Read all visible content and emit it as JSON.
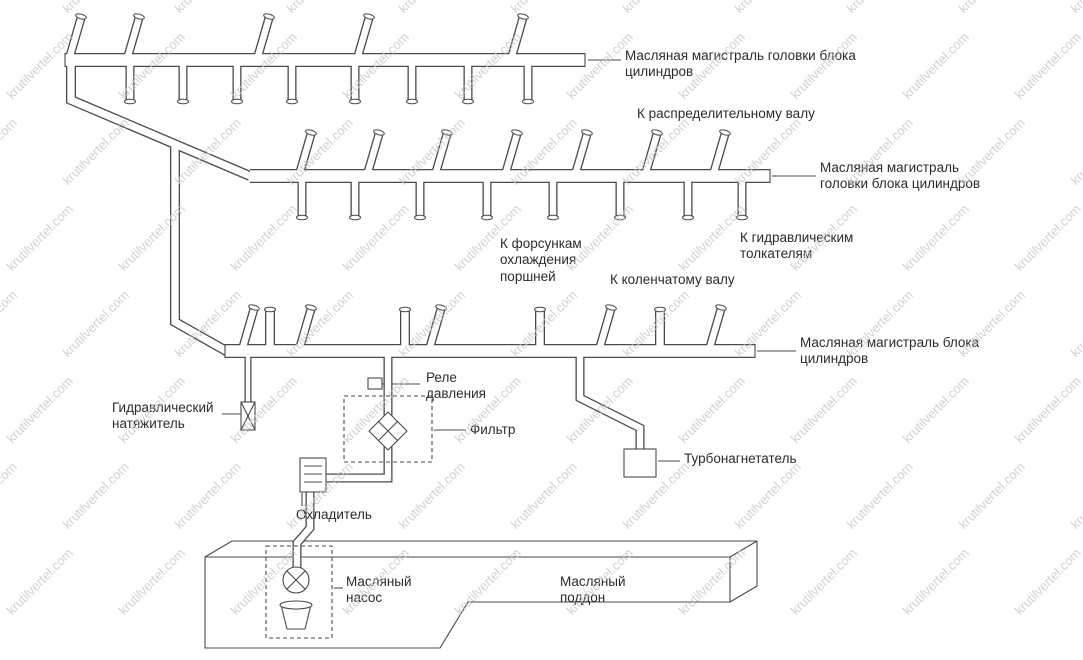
{
  "watermark": {
    "text": "krutilvertel.com"
  },
  "colors": {
    "line": "#4a4a4a",
    "label": "#2b2b2b",
    "watermark": "#c6c6c6"
  },
  "labels": {
    "head_gallery_top": "Масляная магистраль головки блока\nцилиндров",
    "camshaft": "К распределительному валу",
    "head_gallery_2": "Масляная магистраль\nголовки блока цилиндров",
    "tappets": "К гидравлическим\nтолкателям",
    "piston_jets": "К форсункам\nохлаждения\nпоршней",
    "crankshaft": "К коленчатому валу",
    "block_gallery": "Масляная магистраль блока\nцилиндров",
    "tensioner": "Гидравлический\nнатяжитель",
    "pressure_relay": "Реле\nдавления",
    "filter": "Фильтр",
    "turbo": "Турбонагнетатель",
    "cooler": "Охладитель",
    "oil_pump": "Масляный\nнасос",
    "oil_pan": "Масляный\nподдон"
  }
}
